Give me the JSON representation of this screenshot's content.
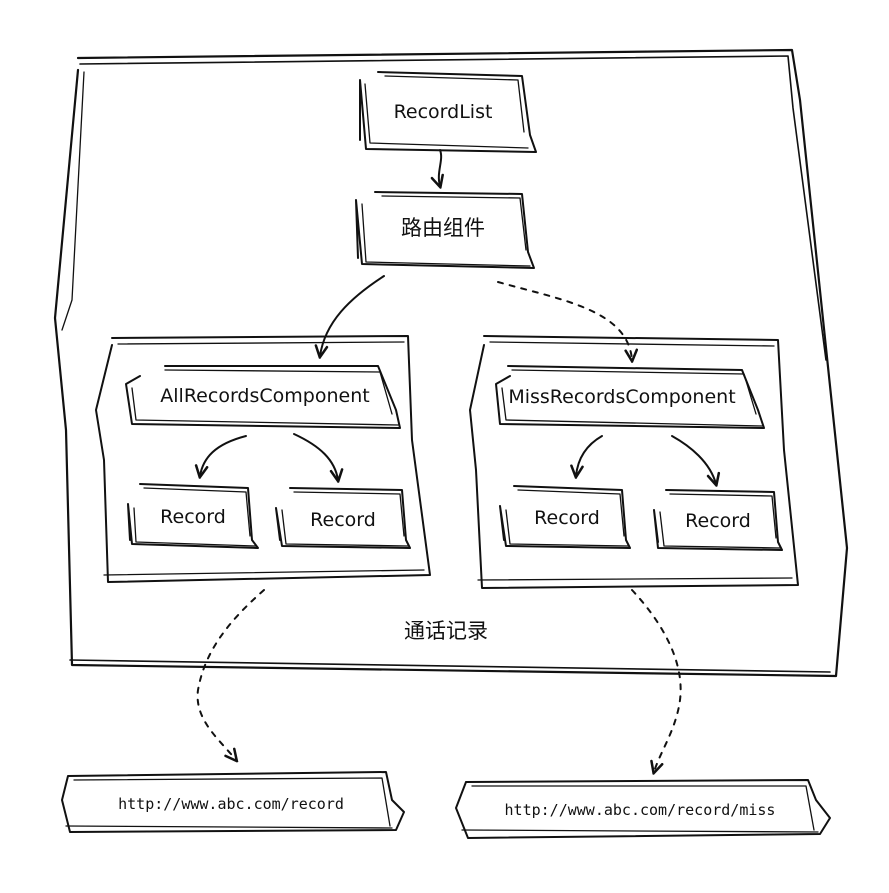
{
  "diagram": {
    "container_label": "通话记录",
    "nodes": {
      "record_list": "RecordList",
      "router": "路由组件",
      "all_records": "AllRecordsComponent",
      "miss_records": "MissRecordsComponent",
      "all_record_1": "Record",
      "all_record_2": "Record",
      "miss_record_1": "Record",
      "miss_record_2": "Record"
    },
    "urls": {
      "record": "http://www.abc.com/record",
      "record_miss": "http://www.abc.com/record/miss"
    },
    "edges": [
      {
        "from": "record_list",
        "to": "router",
        "style": "solid"
      },
      {
        "from": "router",
        "to": "all_records",
        "style": "solid"
      },
      {
        "from": "router",
        "to": "miss_records",
        "style": "dashed"
      },
      {
        "from": "all_records",
        "to": "all_record_1",
        "style": "solid"
      },
      {
        "from": "all_records",
        "to": "all_record_2",
        "style": "solid"
      },
      {
        "from": "miss_records",
        "to": "miss_record_1",
        "style": "solid"
      },
      {
        "from": "miss_records",
        "to": "miss_record_2",
        "style": "solid"
      },
      {
        "from": "all_records",
        "to": "url_record",
        "style": "dashed"
      },
      {
        "from": "miss_records",
        "to": "url_record_miss",
        "style": "dashed"
      }
    ],
    "colors": {
      "ink": "#111111",
      "background": "#ffffff"
    }
  }
}
